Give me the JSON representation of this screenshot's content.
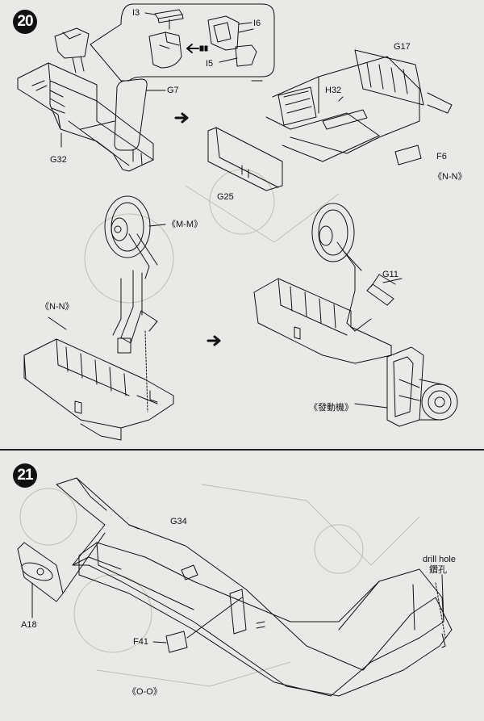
{
  "steps": [
    {
      "number": "20",
      "labels": {
        "i3": "I3",
        "i6": "I6",
        "i5": "I5",
        "g7": "G7",
        "g32": "G32",
        "g17": "G17",
        "h32": "H32",
        "f6": "F6",
        "g25": "G25",
        "nn_top": "《N-N》",
        "mm": "《M-M》",
        "nn_left": "《N-N》",
        "g11": "G11",
        "engine": "《發動機》"
      }
    },
    {
      "number": "21",
      "labels": {
        "g34": "G34",
        "a18": "A18",
        "f41": "F41",
        "drill_en": "drill hole",
        "drill_zh": "鑽孔",
        "oo": "《O-O》"
      }
    }
  ],
  "colors": {
    "ink": "#111111",
    "paper": "#e9e9e7",
    "faint": "#b9b9b6"
  }
}
